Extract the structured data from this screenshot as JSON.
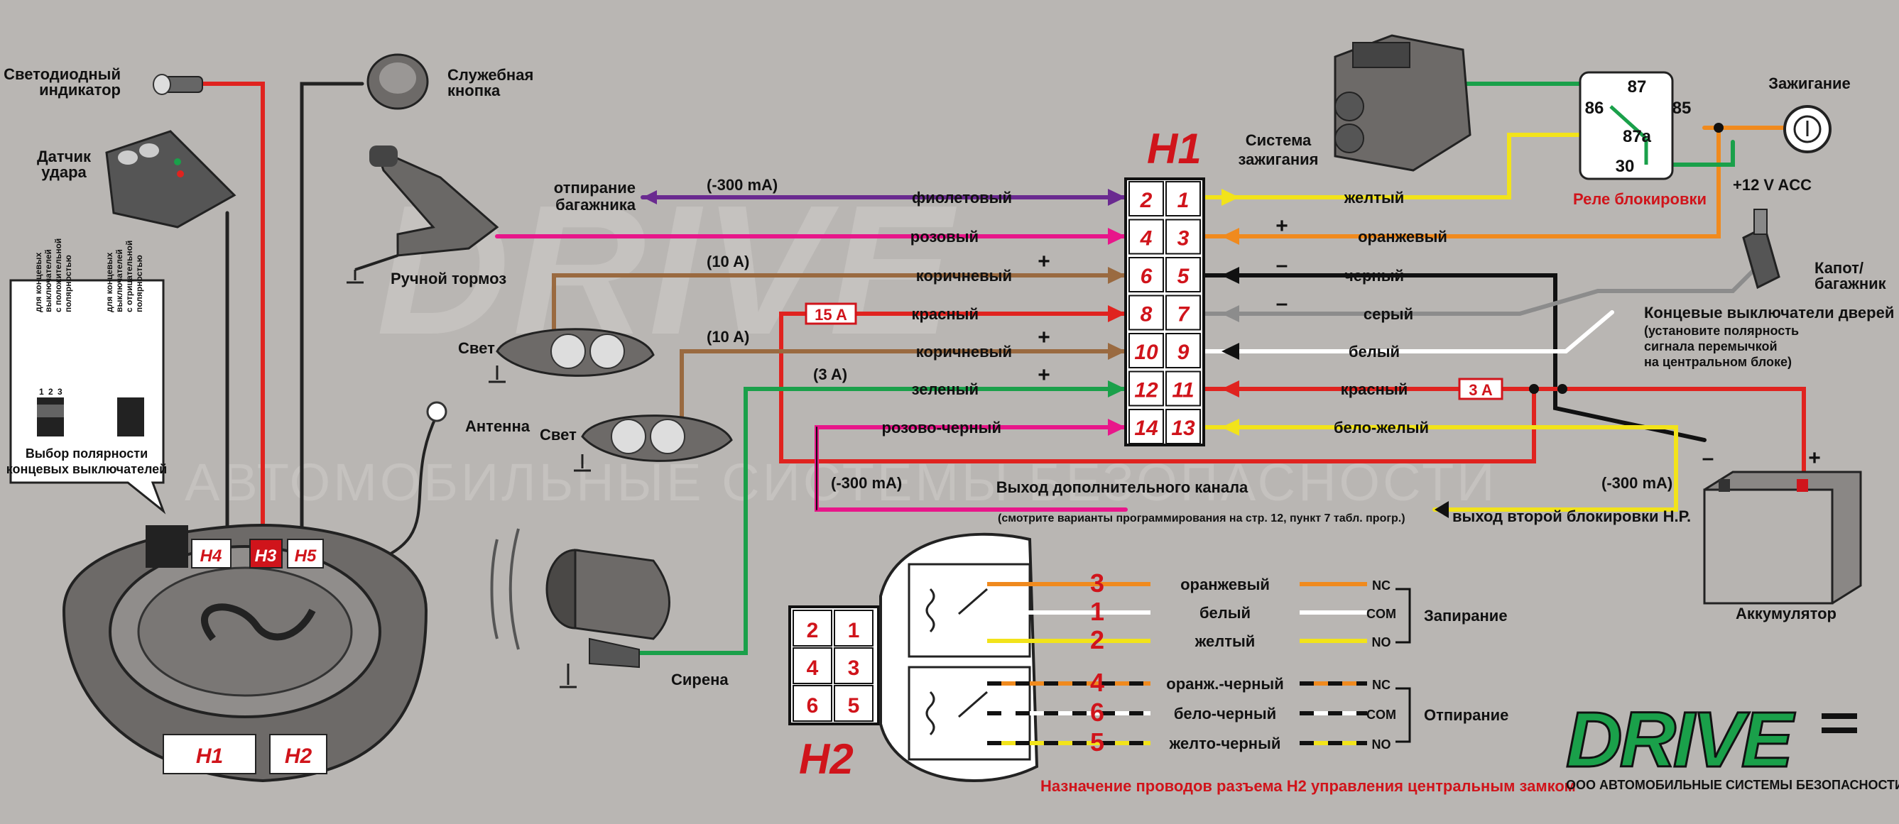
{
  "connector_h1": {
    "title": "H1",
    "pins": [
      "2",
      "1",
      "4",
      "3",
      "6",
      "5",
      "8",
      "7",
      "10",
      "9",
      "12",
      "11",
      "14",
      "13"
    ]
  },
  "connector_h2": {
    "title": "H2",
    "pins": [
      "2",
      "1",
      "4",
      "3",
      "6",
      "5"
    ]
  },
  "left_wires": [
    {
      "label": "фиолетовый"
    },
    {
      "label": "розовый"
    },
    {
      "label": "коричневый"
    },
    {
      "label": "красный"
    },
    {
      "label": "коричневый"
    },
    {
      "label": "зеленый"
    },
    {
      "label": "розово-черный"
    }
  ],
  "right_wires": [
    {
      "label": "желтый"
    },
    {
      "label": "оранжевый"
    },
    {
      "label": "черный"
    },
    {
      "label": "серый"
    },
    {
      "label": "белый"
    },
    {
      "label": "красный"
    },
    {
      "label": "бело-желый"
    }
  ],
  "annotations": {
    "current_300_1": "(-300 mA)",
    "current_10a_1": "(10 A)",
    "current_10a_2": "(10 A)",
    "current_3a_green": "(3 A)",
    "current_300_2": "(-300 mA)",
    "current_300_3": "(-300 mA)",
    "fuse_15a": "15 A",
    "fuse_3a": "3 A",
    "plus1": "+",
    "plus2": "+",
    "plus3": "+",
    "plus4": "+",
    "plus5": "+",
    "minus1": "–",
    "minus2": "–",
    "aux_output": "Выход дополнительного канала",
    "aux_note": "(смотрите варианты программирования на стр. 12, пункт 7 табл. прогр.)",
    "second_lock_output": "выход второй блокировки Н.Р."
  },
  "components": {
    "led_indicator": [
      "Светодиодный",
      "индикатор"
    ],
    "service_button": [
      "Служебная",
      "кнопка"
    ],
    "shock_sensor": [
      "Датчик",
      "удара"
    ],
    "trunk_release": [
      "отпирание",
      "багажника"
    ],
    "hand_brake": "Ручной тормоз",
    "light1": "Свет",
    "light2": "Свет",
    "antenna": "Антенна",
    "siren": "Сирена",
    "ignition_system": [
      "Система",
      "зажигания"
    ],
    "blocking_relay": "Реле блокировки",
    "ignition": "Зажигание",
    "supply": "+12 V  ACC",
    "hood_trunk": [
      "Капот/",
      "багажник"
    ],
    "door_switches": [
      "Концевые выключатели дверей",
      "(установите полярность",
      "сигнала перемычкой",
      "на центральном блоке)"
    ],
    "battery": "Аккумулятор",
    "battery_minus": "–",
    "battery_plus": "+",
    "polarity_caption": [
      "Выбор полярности",
      "концевых выключателей"
    ],
    "polarity_left": [
      "для концевых",
      "выключателей",
      "с положительной",
      "полярностью"
    ],
    "polarity_right": [
      "для концевых",
      "выключателей",
      "с отрицательной",
      "полярностью"
    ],
    "jumper_nums": [
      "1",
      "2",
      "3"
    ]
  },
  "relay_pins": [
    "87",
    "86",
    "85",
    "87a",
    "30"
  ],
  "main_unit": {
    "h4": "H4",
    "h3": "H3",
    "h5": "H5",
    "h1": "H1",
    "h2": "H2"
  },
  "h2_wires": [
    {
      "pin": "3",
      "color": "оранжевый",
      "contact": "NC"
    },
    {
      "pin": "1",
      "color": "белый",
      "contact": "COM"
    },
    {
      "pin": "2",
      "color": "желтый",
      "contact": "NO"
    },
    {
      "pin": "4",
      "color": "оранж.-черный",
      "contact": "NC"
    },
    {
      "pin": "6",
      "color": "бело-черный",
      "contact": "COM"
    },
    {
      "pin": "5",
      "color": "желто-черный",
      "contact": "NO"
    }
  ],
  "h2_groups": {
    "lock": "Запирание",
    "unlock": "Отпирание"
  },
  "h2_caption": "Назначение проводов разъема H2 управления центральным замком",
  "brand": {
    "logo": "DRIVE",
    "tagline": "ООО АВТОМОБИЛЬНЫЕ СИСТЕМЫ БЕЗОПАСНОСТИ",
    "watermark": "DRIVE",
    "watermark_line": "АВТОМОБИЛЬНЫЕ СИСТЕМЫ БЕЗОПАСНОСТИ"
  }
}
